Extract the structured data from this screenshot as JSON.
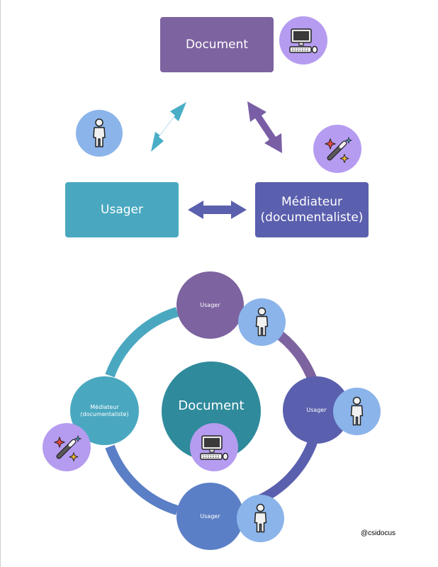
{
  "triangle": {
    "document_label": "Document",
    "usager_label": "Usager",
    "mediateur_label_line1": "Médiateur",
    "mediateur_label_line2": "(documentaliste)"
  },
  "cycle": {
    "center_label": "Document",
    "top_label": "Usager",
    "right_label": "Usager",
    "bottom_label": "Usager",
    "left_label_line1": "Médiateur",
    "left_label_line2": "(documentaliste)"
  },
  "credit": "@csidocus",
  "icons": {
    "document": "computer-icon",
    "usager": "person-icon",
    "mediateur": "magic-wand-icon"
  },
  "colors": {
    "document_box": "#7d63a0",
    "usager_box": "#49a8c0",
    "mediateur_box": "#5a5fae",
    "badge_blue": "#8bb4ea",
    "badge_purple": "#b59cf0",
    "arrow_teal": "#4aaec6",
    "arrow_purple": "#7a5ea5",
    "arrow_indigo": "#5a5fae",
    "center_circle": "#2f8a9c"
  }
}
